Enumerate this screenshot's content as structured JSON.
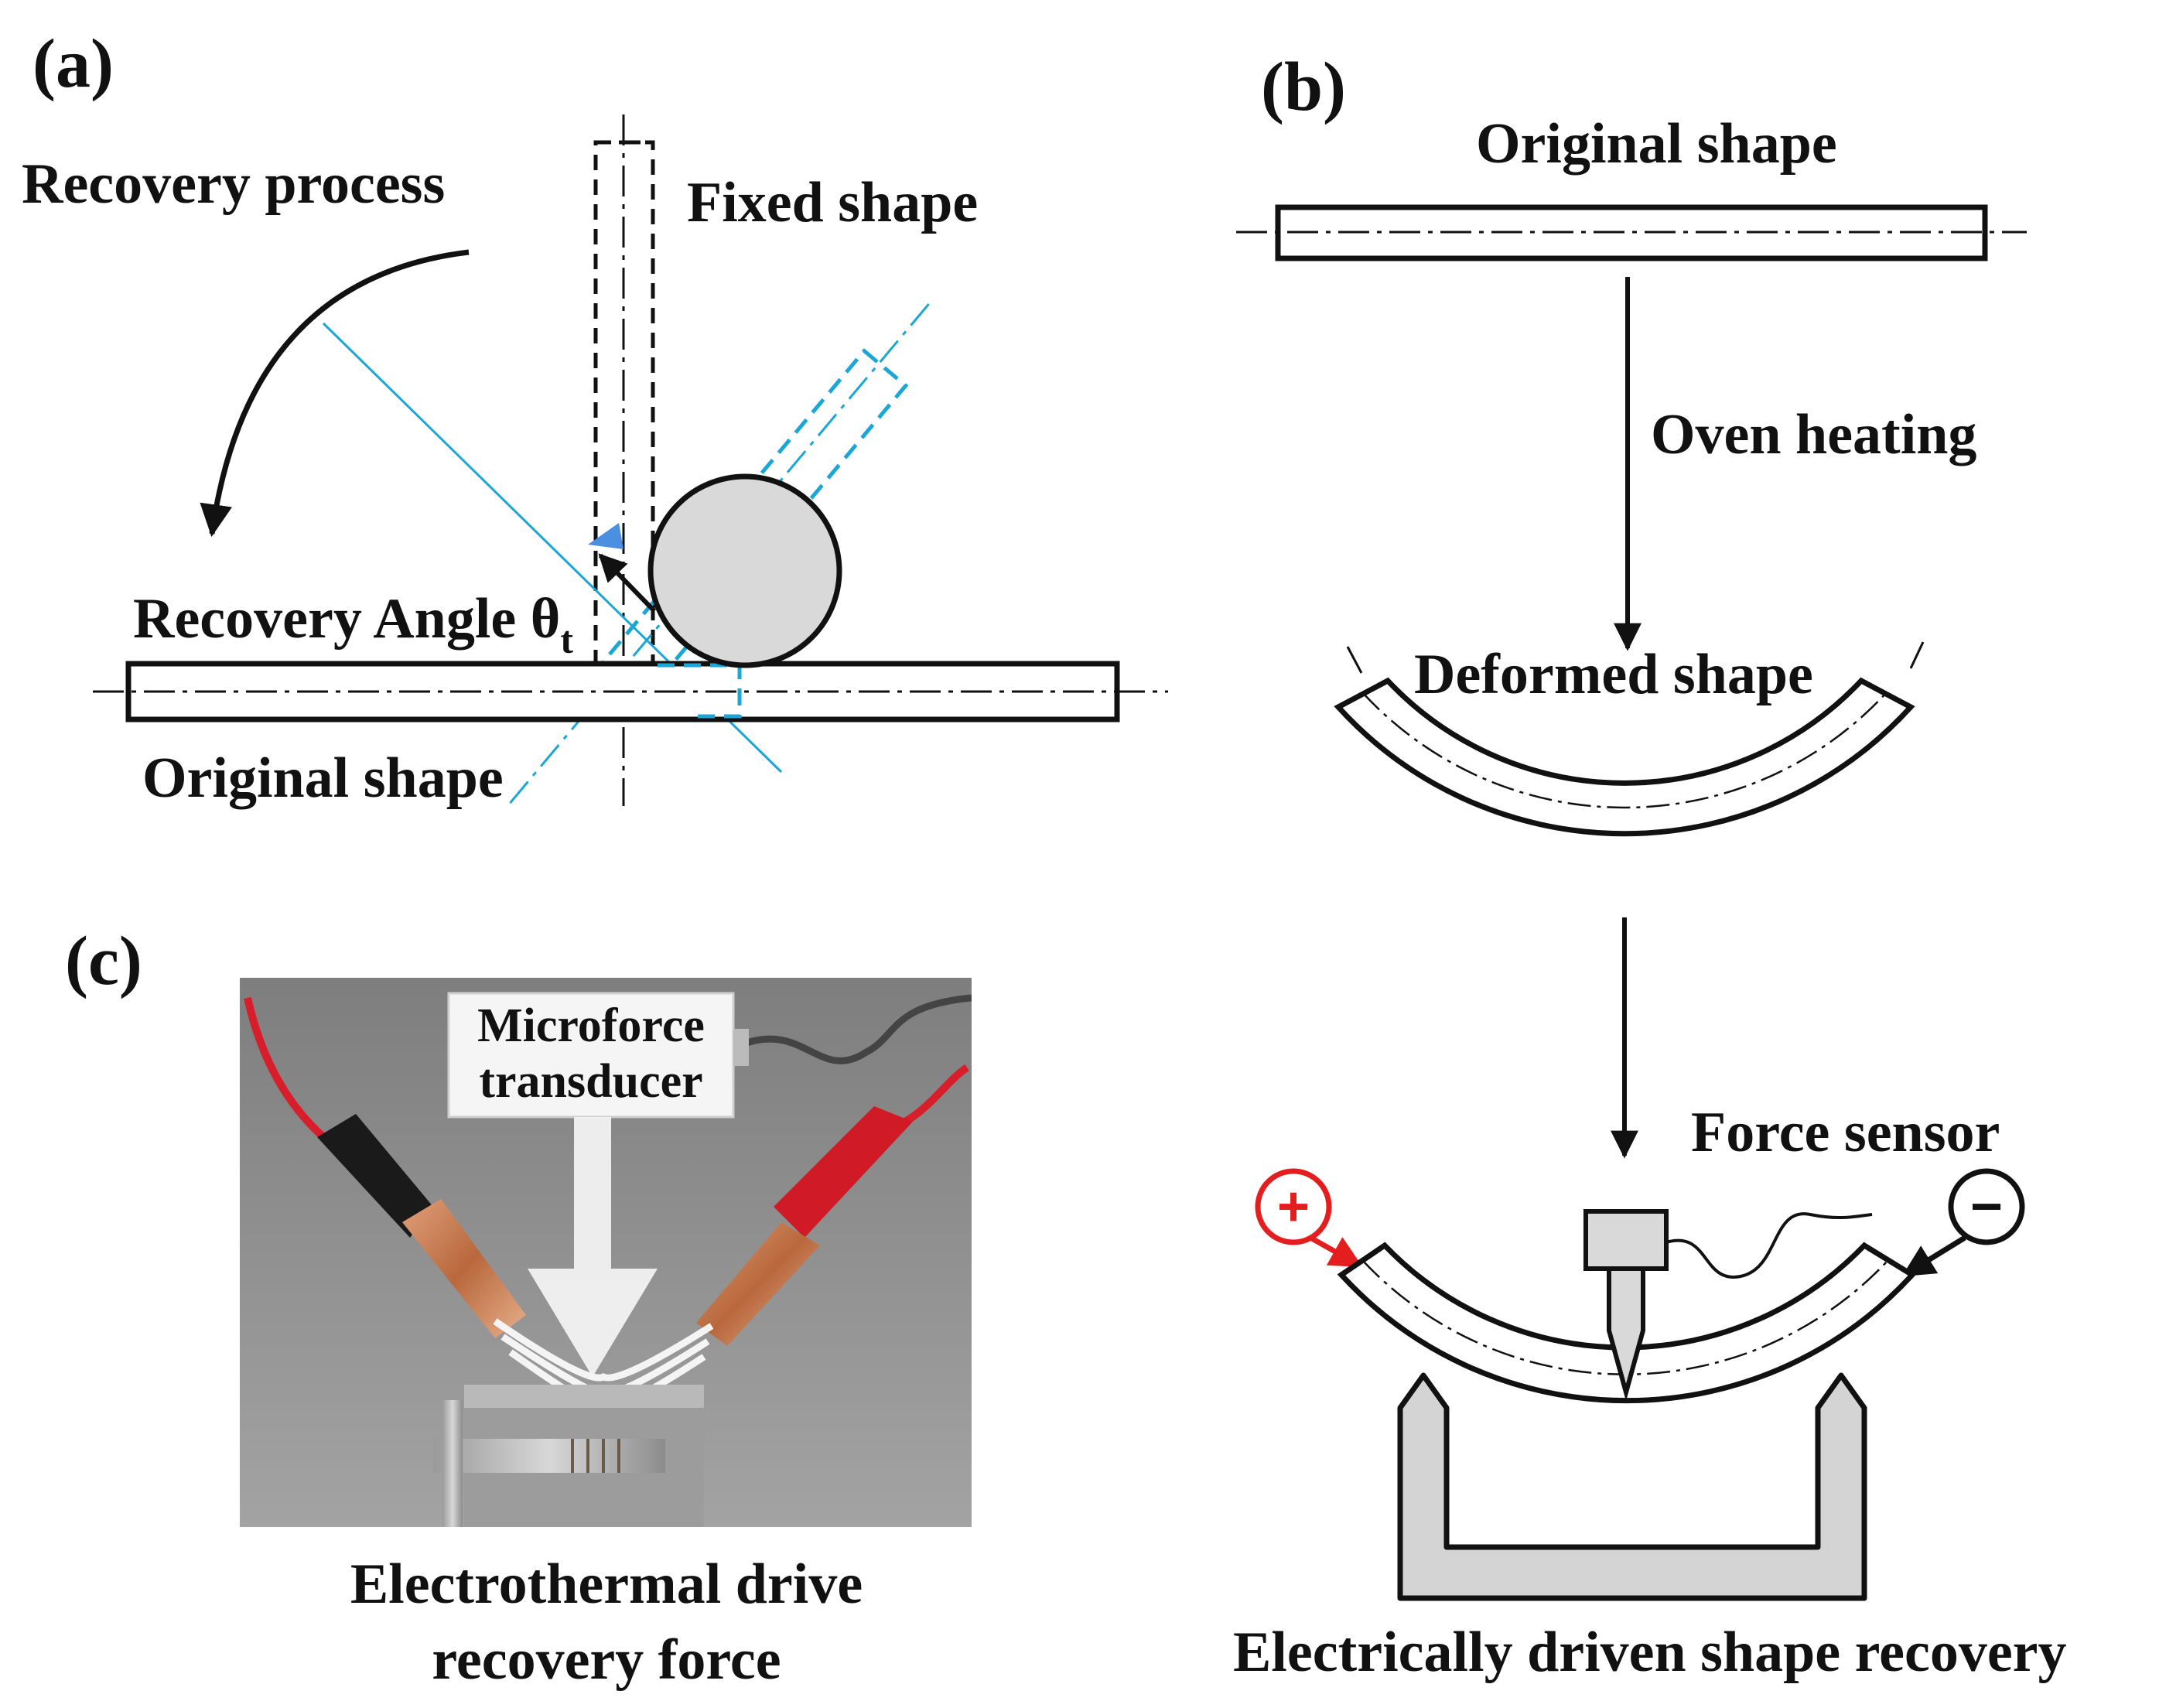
{
  "panels": {
    "a": {
      "label": "(a)",
      "recovery_process": "Recovery process",
      "fixed_shape": "Fixed shape",
      "recovery_angle": "Recovery Angle θ",
      "angle_subscript": "t",
      "original_shape": "Original shape"
    },
    "b": {
      "label": "(b)",
      "original_shape": "Original shape",
      "oven_heating": "Oven heating",
      "deformed_shape": "Deformed shape",
      "force_sensor": "Force sensor",
      "plus_symbol": "+",
      "minus_symbol": "−",
      "caption": "Electrically driven shape recovery"
    },
    "c": {
      "label": "(c)",
      "transducer_line1": "Microforce",
      "transducer_line2": "transducer",
      "caption_line1": "Electrothermal drive",
      "caption_line2": "recovery force"
    }
  },
  "colors": {
    "ink": "#111111",
    "cyan_dashed": "#1aa6d6",
    "wedge_blue": "#4a8fe0",
    "circle_fill": "#d9d9d9",
    "fixture_fill": "#d4d4d4",
    "plus_red": "#e41e1e",
    "photo_bg": "#8a8a8a",
    "wire_red": "#d81e2a",
    "copper": "#c87a4c"
  }
}
